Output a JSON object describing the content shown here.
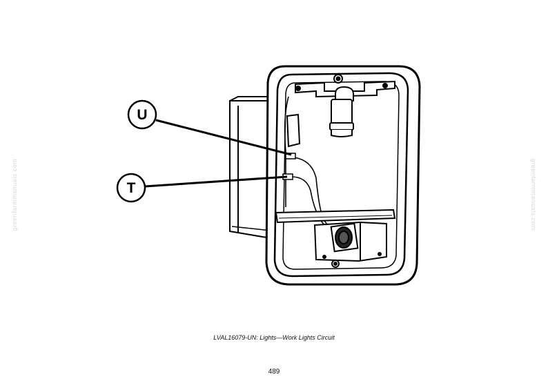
{
  "figure": {
    "callouts": [
      "U",
      "T"
    ],
    "caption": "LVAL16079-UN: Lights—Work Lights Circuit"
  },
  "page_number": "489",
  "watermark": "greenfarmmanuals.com"
}
